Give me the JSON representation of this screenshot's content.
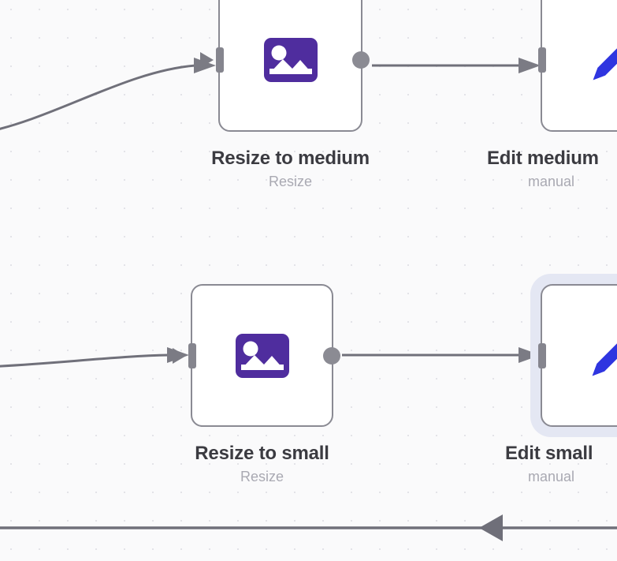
{
  "canvas": {
    "background_color": "#fafafb",
    "dot_color": "#e3e3e8",
    "dot_spacing": 36
  },
  "palette": {
    "node_border": "#8a8a93",
    "node_fill": "#ffffff",
    "edge_stroke": "#70707a",
    "port_gray": "#8b8b93",
    "selection_halo": "#e4e7f3",
    "resize_icon_purple": "#4f2d9e",
    "edit_icon_blue": "#2f35e0",
    "title_color": "#3b3b41",
    "subtitle_color": "#a9a9b2"
  },
  "nodes": [
    {
      "id": "resize-to-medium",
      "title": "Resize to medium",
      "subtitle": "Resize",
      "icon": "image-icon",
      "selected": false
    },
    {
      "id": "edit-medium",
      "title": "Edit medium",
      "subtitle": "manual",
      "icon": "pencil-icon",
      "selected": false
    },
    {
      "id": "resize-to-small",
      "title": "Resize to small",
      "subtitle": "Resize",
      "icon": "image-icon",
      "selected": false
    },
    {
      "id": "edit-small",
      "title": "Edit small",
      "subtitle": "manual",
      "icon": "pencil-icon",
      "selected": true
    }
  ],
  "edges": [
    {
      "id": "edge-in-medium",
      "label": "incoming curved edge to Resize to medium"
    },
    {
      "id": "edge-medium-to-edit",
      "label": "Resize to medium to Edit medium"
    },
    {
      "id": "edge-in-small",
      "label": "incoming edge to Resize to small"
    },
    {
      "id": "edge-small-to-edit",
      "label": "Resize to small to Edit small"
    },
    {
      "id": "edge-return-bottom",
      "label": "bottom return edge pointing left"
    }
  ]
}
